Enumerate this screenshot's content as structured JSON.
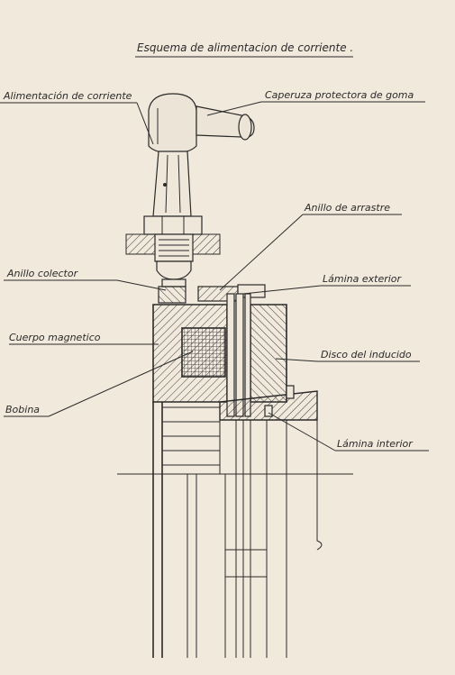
{
  "title": "Esquema de alimentacion de corriente .",
  "labels": {
    "alimentacion": "Alimentación de corriente",
    "caperuza": "Caperuza protectora de goma",
    "anillo_arrastre": "Anillo de arrastre",
    "anillo_colector": "Anillo colector",
    "lamina_exterior": "Lámina exterior",
    "cuerpo_magnetico": "Cuerpo magnetico",
    "disco_inducido": "Disco del inducido",
    "bobina": "Bobina",
    "lamina_interior": "Lámina interior"
  },
  "colors": {
    "paper": "#f1e9dc",
    "ink": "#2a2a2a",
    "fill_light": "#e8e0d2"
  }
}
